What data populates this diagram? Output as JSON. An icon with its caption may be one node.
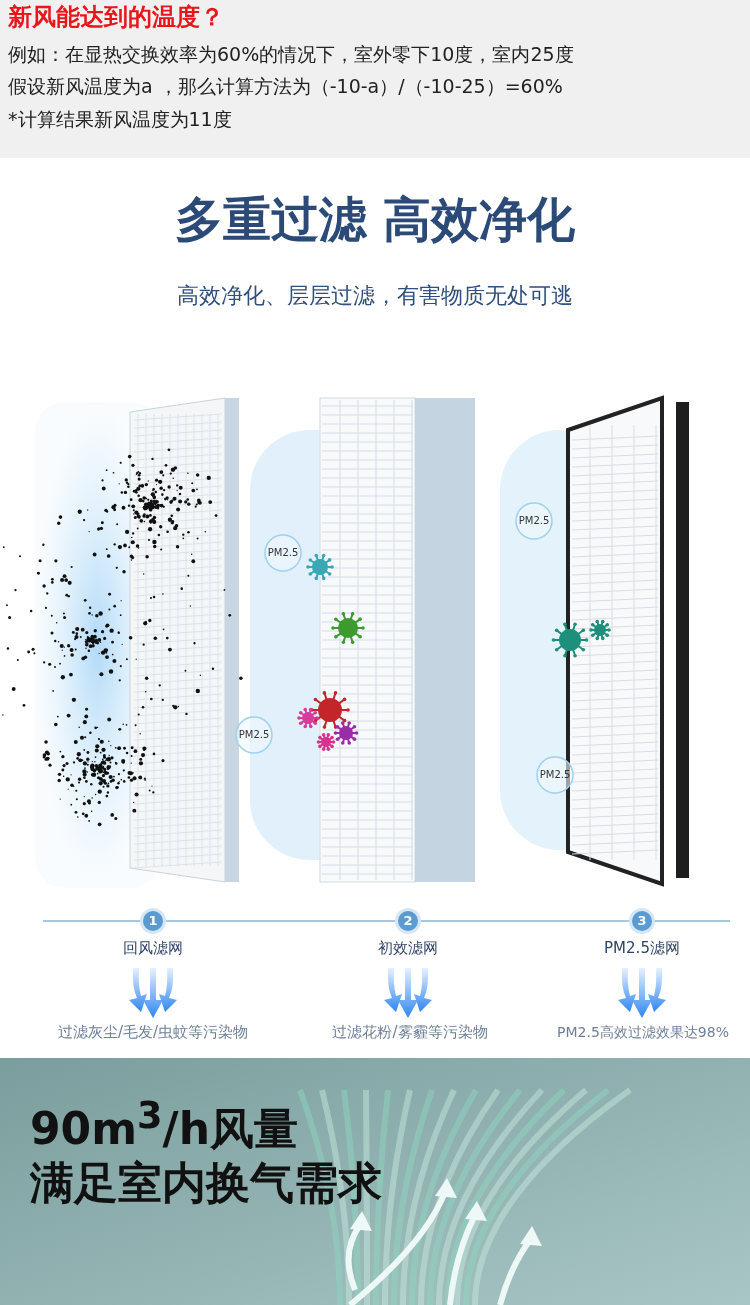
{
  "diagram": {
    "title": "多重过滤 高效净化",
    "labels": [
      "新风能达到的温度？",
      "例如：在显热交换效率为60%的情况下，室外零下10度，室内25度",
      "假设新风温度为a ，那么计算方法为（-10-a）/（-10-25）=60%",
      "*计算结果新风温度为11度",
      "高效净化、层层过滤，有害物质无处可逃",
      "PM2.5",
      "PM2.5",
      "PM2.5",
      "PM2.5",
      "1",
      "2",
      "3",
      "回风滤网",
      "初效滤网",
      "PM2.5滤网",
      "过滤灰尘/毛发/虫蚊等污染物",
      "过滤花粉/雾霾等污染物",
      "PM2.5高效过滤效果达98%",
      "90m$^{3}$/h风量",
      "满足室内换气需求"
    ]
  }
}
